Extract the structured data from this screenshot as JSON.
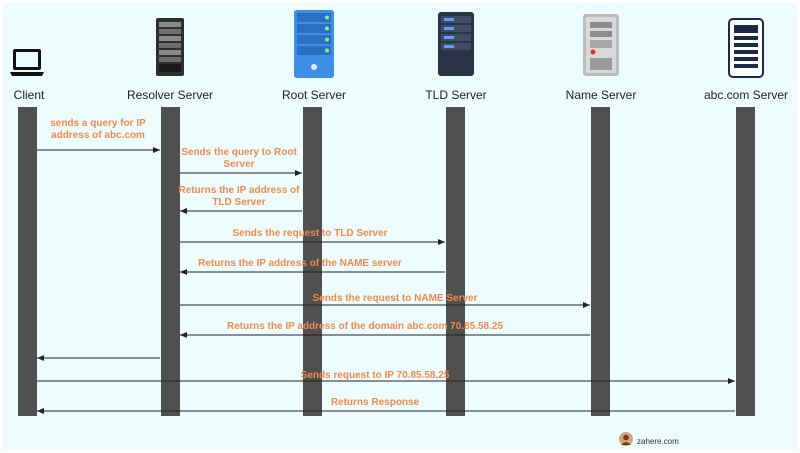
{
  "actors": [
    {
      "id": "client",
      "label": "Client",
      "icon": "laptop-icon"
    },
    {
      "id": "resolver",
      "label": "Resolver Server",
      "icon": "server-rack-icon"
    },
    {
      "id": "root",
      "label": "Root Server",
      "icon": "blue-server-icon"
    },
    {
      "id": "tld",
      "label": "TLD Server",
      "icon": "dark-server-icon"
    },
    {
      "id": "name",
      "label": "Name Server",
      "icon": "tower-server-icon"
    },
    {
      "id": "abc",
      "label": "abc.com Server",
      "icon": "web-server-icon"
    }
  ],
  "messages": [
    {
      "from": "client",
      "to": "resolver",
      "label": "sends a query for IP address of abc.com"
    },
    {
      "from": "resolver",
      "to": "root",
      "label": "Sends the query to Root Server"
    },
    {
      "from": "root",
      "to": "resolver",
      "label": "Returns the IP address of TLD Server"
    },
    {
      "from": "resolver",
      "to": "tld",
      "label": "Sends the request to TLD Server"
    },
    {
      "from": "tld",
      "to": "resolver",
      "label": "Returns the IP address of the NAME server"
    },
    {
      "from": "resolver",
      "to": "name",
      "label": "Sends the request to NAME Server"
    },
    {
      "from": "name",
      "to": "resolver",
      "label": "Returns the IP address of the domain abc.com 70.85.58.25"
    },
    {
      "from": "resolver",
      "to": "client",
      "label": ""
    },
    {
      "from": "client",
      "to": "abc",
      "label": "Sends request to IP 70.85.58.25"
    },
    {
      "from": "abc",
      "to": "client",
      "label": "Returns Response"
    }
  ],
  "brand": {
    "text": "zahere.com",
    "icon": "author-avatar-icon"
  },
  "colors": {
    "background": "#edfcfd",
    "lane": "#505050",
    "message_text": "#f08a4b",
    "arrow": "#222222"
  }
}
